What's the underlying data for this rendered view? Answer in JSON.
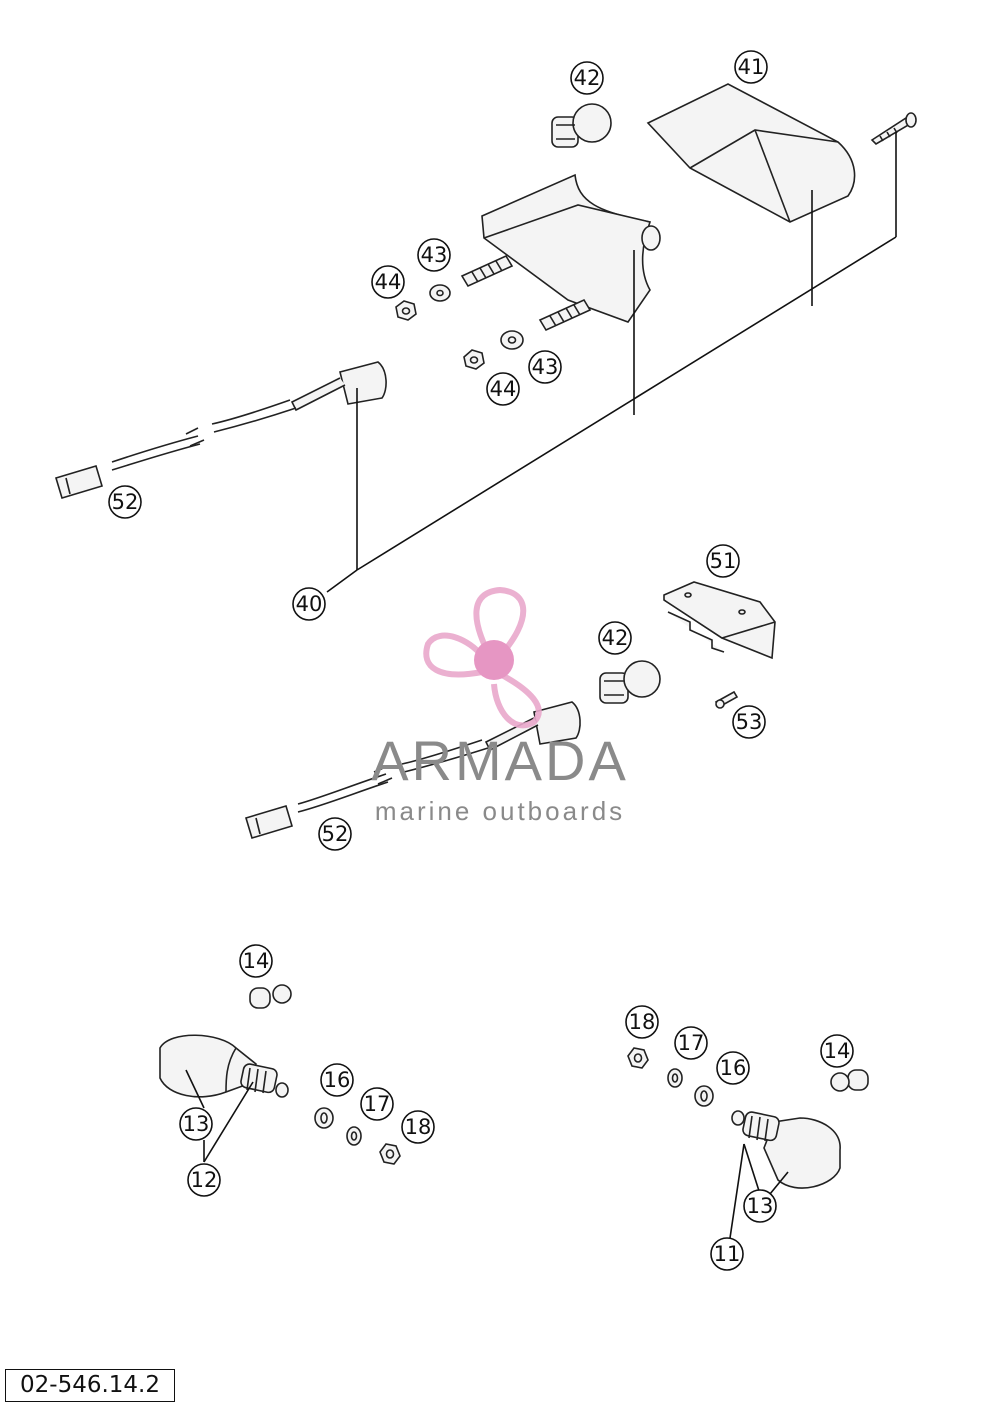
{
  "callouts": {
    "c41": "41",
    "c42_top": "42",
    "c43_a": "43",
    "c44_a": "44",
    "c43_b": "43",
    "c44_b": "44",
    "c52_top": "52",
    "c40": "40",
    "c51": "51",
    "c42_mid": "42",
    "c53": "53",
    "c52_mid": "52",
    "c14_left": "14",
    "c13_left": "13",
    "c12": "12",
    "c16_left": "16",
    "c17_left": "17",
    "c18_left": "18",
    "c18_right": "18",
    "c17_right": "17",
    "c16_right": "16",
    "c14_right": "14",
    "c13_right": "13",
    "c11": "11"
  },
  "watermark": {
    "brand": "ARMADA",
    "tagline": "marine outboards",
    "colors": {
      "logo": "#e9a8cc",
      "hub": "#e48bbd",
      "text": "#8a8a8a"
    }
  },
  "doc_code": "02-546.14.2"
}
